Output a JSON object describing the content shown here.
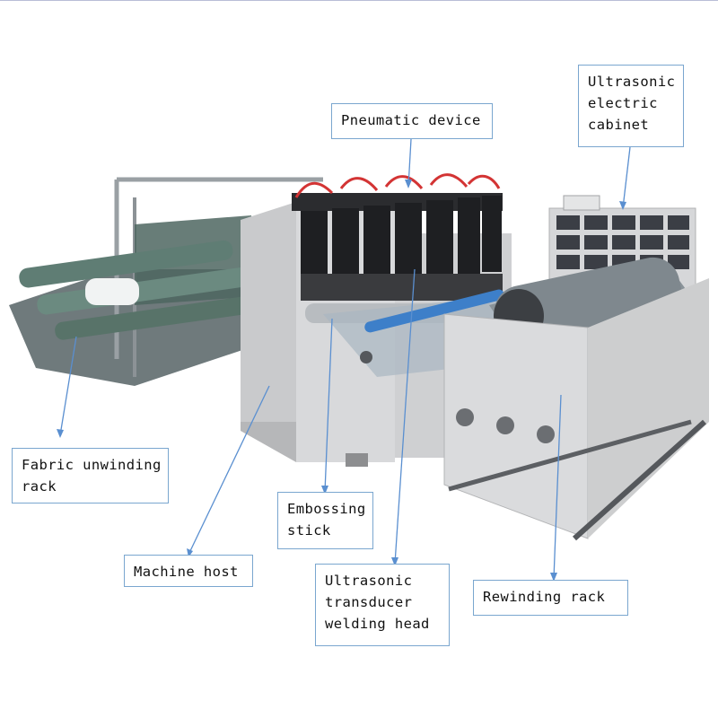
{
  "labels": {
    "pneumatic_device": [
      "Pneumatic device"
    ],
    "electric_cabinet": [
      "Ultrasonic",
      "electric",
      "cabinet"
    ],
    "fabric_unwinding_rack": [
      "Fabric unwinding",
      "rack"
    ],
    "embossing_stick": [
      "Embossing",
      "stick"
    ],
    "machine_host": [
      "Machine host"
    ],
    "welding_head": [
      "Ultrasonic",
      "transducer",
      "welding head"
    ],
    "rewinding_rack": [
      "Rewinding rack"
    ]
  },
  "colors": {
    "leader_line": "#5a8fd0",
    "label_border": "#7aa6cf",
    "machine_body": "#d8d9db",
    "roller_blue": "#3d7fc9",
    "fabric_green": "#5f7d74",
    "pneumatic_black": "#1e1f22",
    "hose_red": "#d33434"
  }
}
